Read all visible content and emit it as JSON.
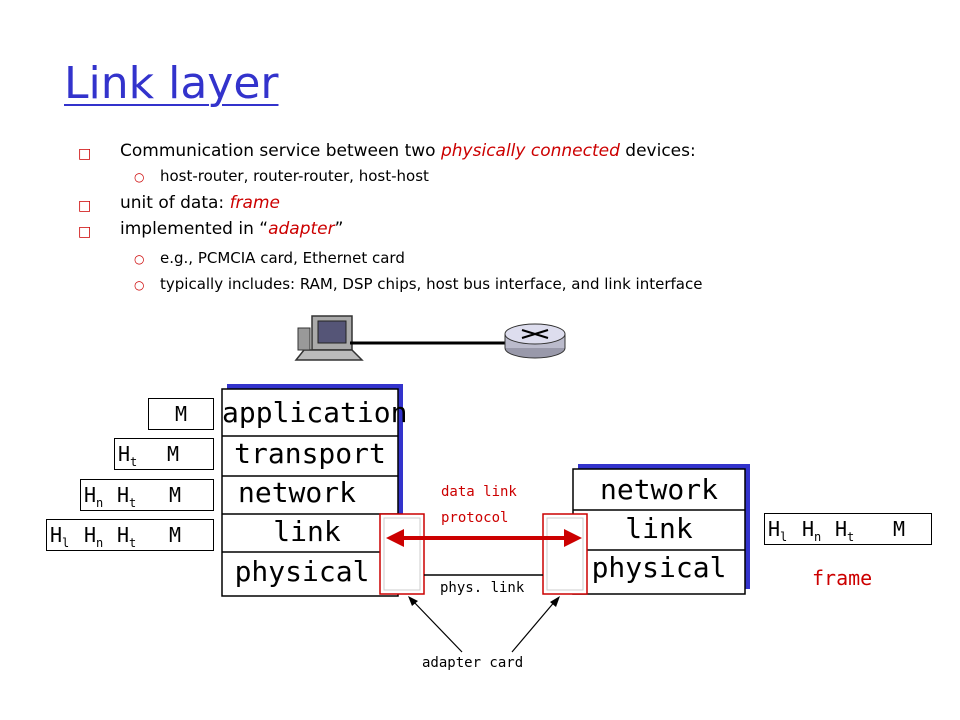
{
  "title": "Link layer",
  "bullets": [
    {
      "level": 1,
      "parts": [
        "Communication service between two ",
        "physically connected",
        " devices:"
      ]
    },
    {
      "level": 2,
      "text": "host-router, router-router, host-host"
    },
    {
      "level": 1,
      "parts": [
        "unit of data: ",
        "frame",
        ""
      ]
    },
    {
      "level": 1,
      "parts": [
        "implemented in “",
        "adapter",
        "”"
      ]
    },
    {
      "level": 2,
      "text": "e.g., PCMCIA card, Ethernet card"
    },
    {
      "level": 2,
      "text": "typically includes: RAM, DSP chips, host bus interface, and link interface"
    }
  ],
  "left_stack": [
    "application",
    "transport",
    "network",
    "link",
    "physical"
  ],
  "right_stack": [
    "network",
    "link",
    "physical"
  ],
  "headers": {
    "M": "M",
    "Ht": "H",
    "Hn": "H",
    "Hl": "H",
    "t": "t",
    "n": "n",
    "l": "l"
  },
  "labels": {
    "data_link_protocol_1": "data link",
    "data_link_protocol_2": "protocol",
    "phys_link": "phys. link",
    "adapter_card": "adapter card",
    "frame": "frame"
  },
  "colors": {
    "title": "#3333cc",
    "accent": "#cc0000",
    "stack_shadow": "#3333cc"
  }
}
